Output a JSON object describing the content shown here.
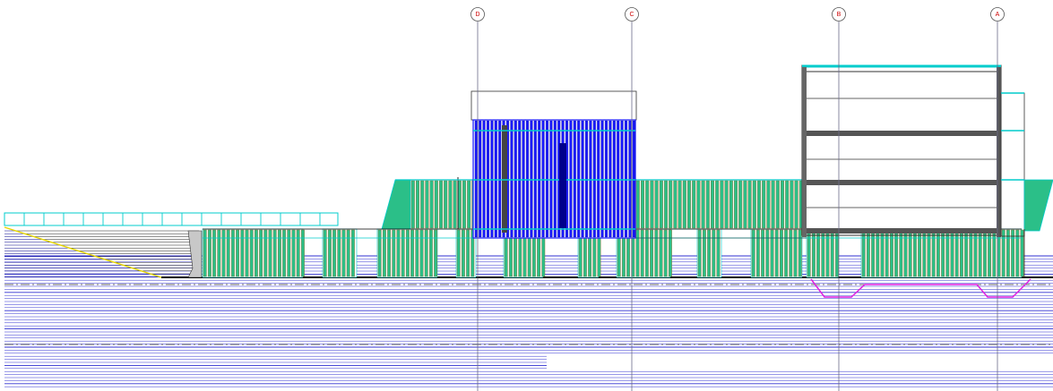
{
  "grid_axes": [
    {
      "id": "axis-d",
      "label": "D"
    },
    {
      "id": "axis-c",
      "label": "C"
    },
    {
      "id": "axis-b",
      "label": "B"
    },
    {
      "id": "axis-a",
      "label": "A"
    }
  ],
  "colors": {
    "background": "#ffffff",
    "gridline": "#6b6b8a",
    "grid_bubble_text": "#cc0000",
    "cyan": "#00cccc",
    "green": "#2bbf88",
    "olive": "#8a7a3c",
    "blue": "#1a1aff",
    "dark_blue": "#00008b",
    "ground_lines": "#3030d0",
    "magenta": "#e020e0",
    "yellow": "#e6d600",
    "black": "#000000",
    "slab": "#555555"
  }
}
